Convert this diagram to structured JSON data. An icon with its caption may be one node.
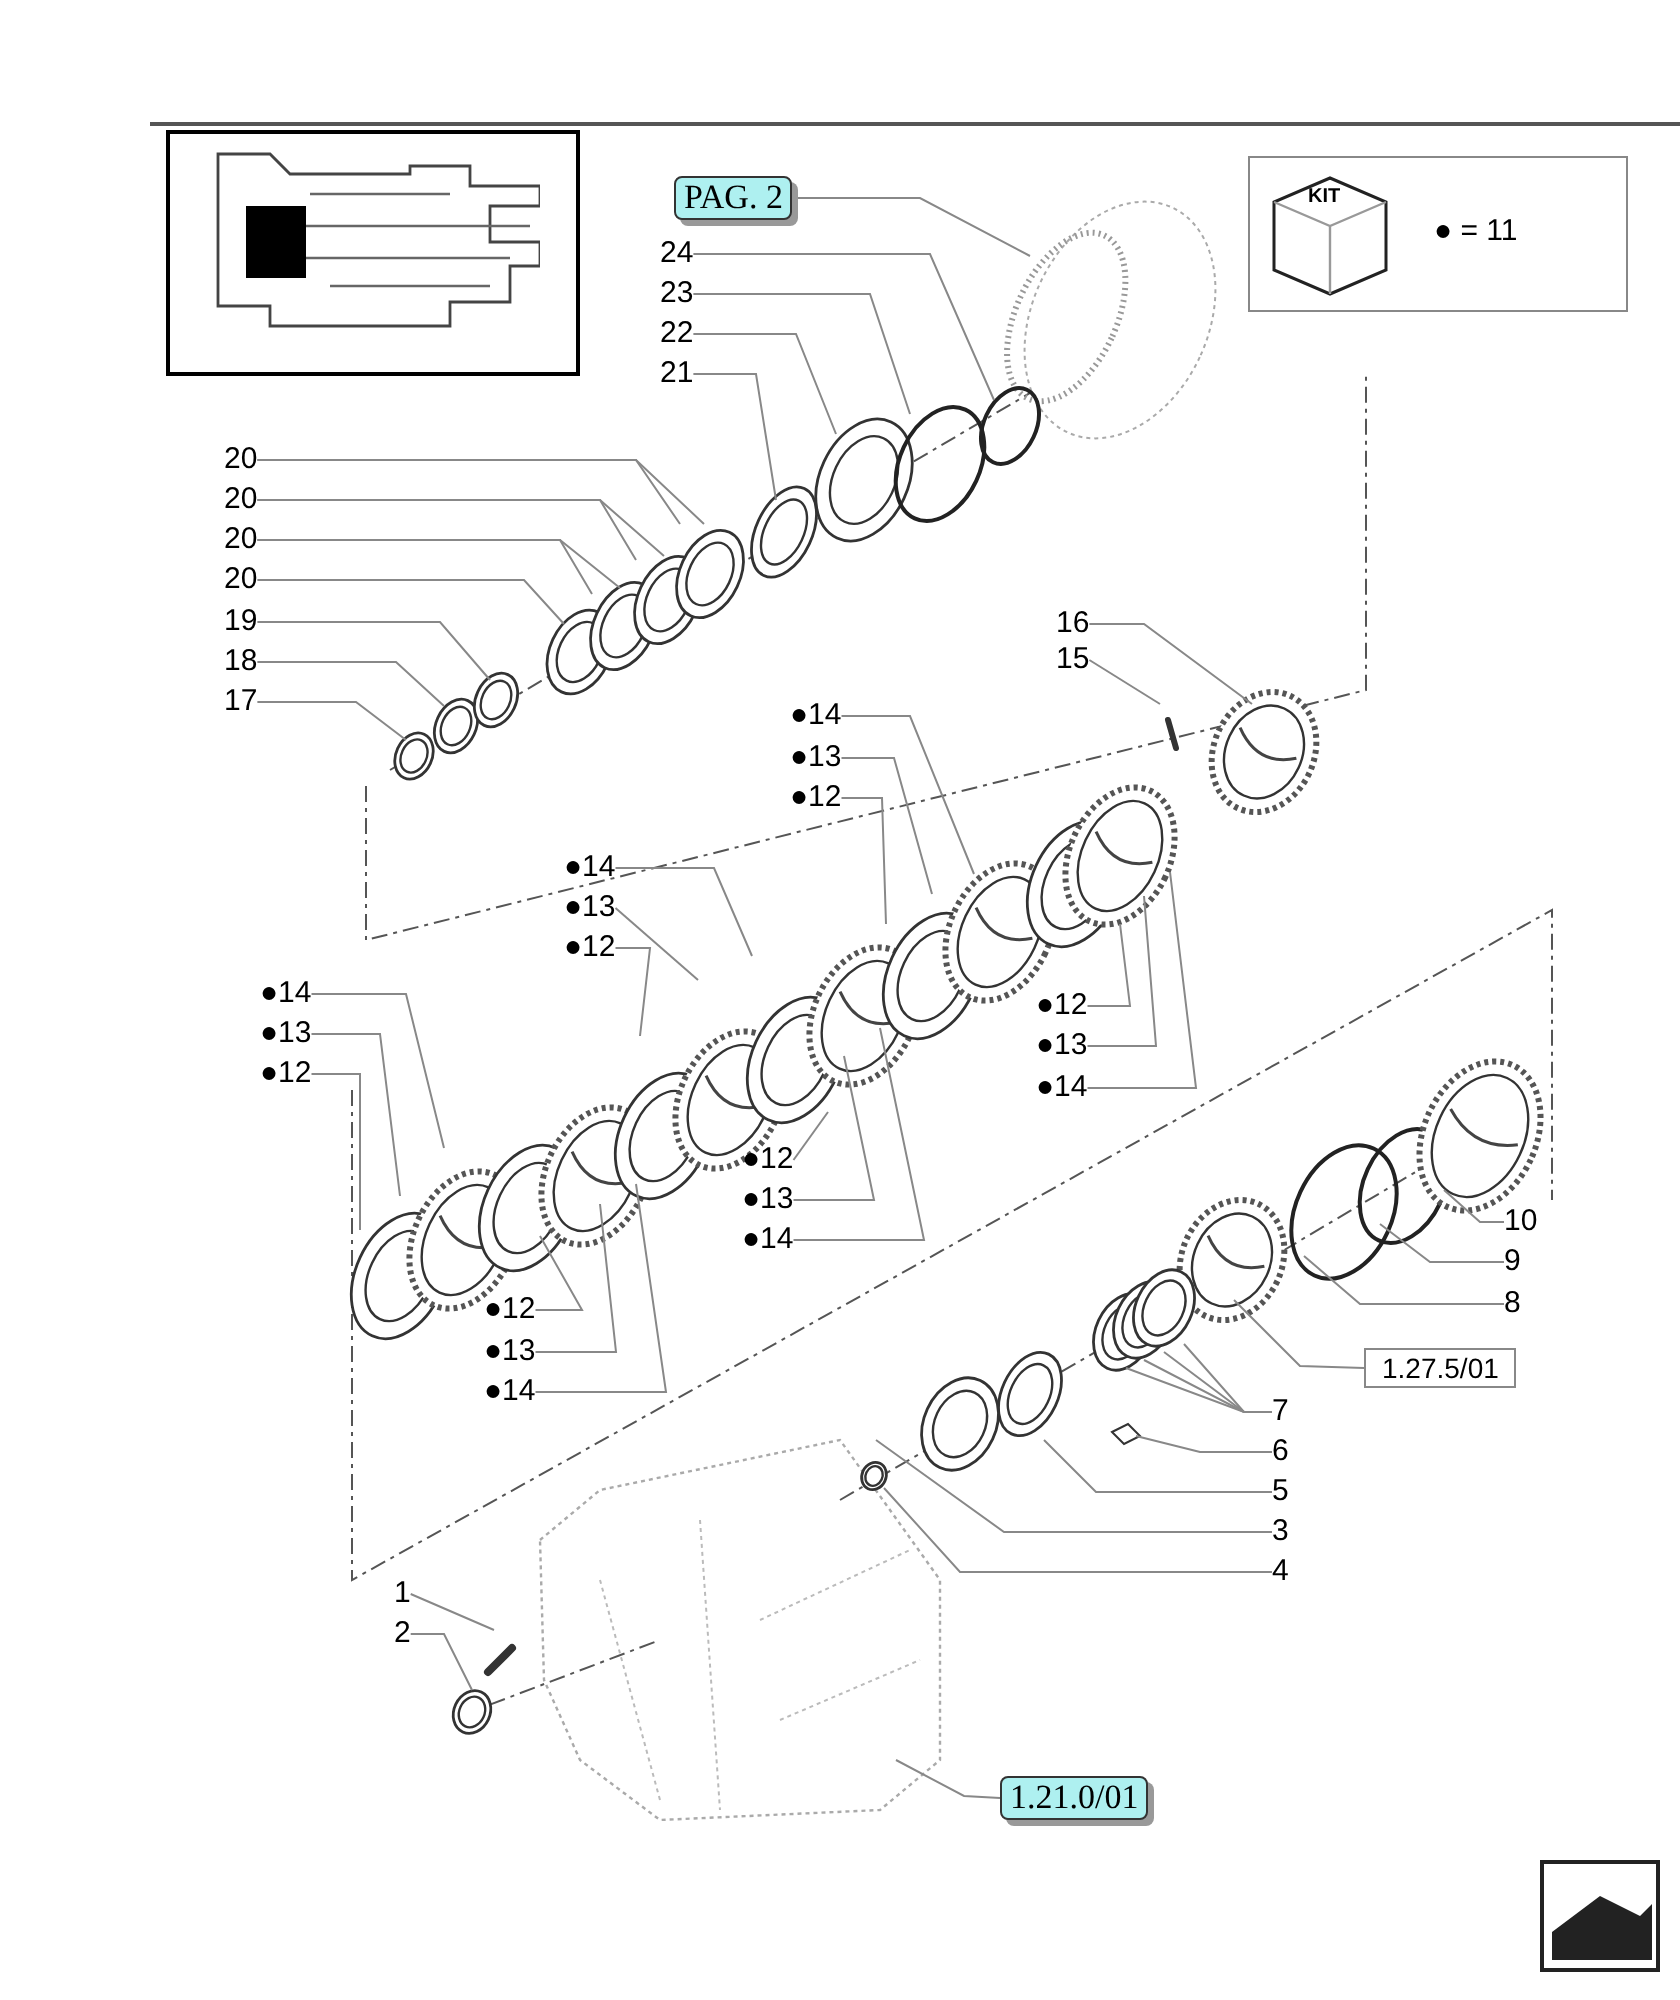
{
  "diagram": {
    "nodes": [
      {
        "text": [
          "PAG. 2"
        ]
      },
      {
        "text": [
          "KIT",
          "● = 11"
        ]
      },
      {
        "text": [
          "24"
        ]
      },
      {
        "text": [
          "23"
        ]
      },
      {
        "text": [
          "22"
        ]
      },
      {
        "text": [
          "21"
        ]
      },
      {
        "text": [
          "20"
        ]
      },
      {
        "text": [
          "20"
        ]
      },
      {
        "text": [
          "20"
        ]
      },
      {
        "text": [
          "20"
        ]
      },
      {
        "text": [
          "19"
        ]
      },
      {
        "text": [
          "18"
        ]
      },
      {
        "text": [
          "17"
        ]
      },
      {
        "text": [
          "16"
        ]
      },
      {
        "text": [
          "15"
        ]
      },
      {
        "text": [
          "●14"
        ]
      },
      {
        "text": [
          "●13"
        ]
      },
      {
        "text": [
          "●12"
        ]
      },
      {
        "text": [
          "●14"
        ]
      },
      {
        "text": [
          "●13"
        ]
      },
      {
        "text": [
          "●12"
        ]
      },
      {
        "text": [
          "●14"
        ]
      },
      {
        "text": [
          "●13"
        ]
      },
      {
        "text": [
          "●12"
        ]
      },
      {
        "text": [
          "●12"
        ]
      },
      {
        "text": [
          "●13"
        ]
      },
      {
        "text": [
          "●14"
        ]
      },
      {
        "text": [
          "●12"
        ]
      },
      {
        "text": [
          "●13"
        ]
      },
      {
        "text": [
          "●14"
        ]
      },
      {
        "text": [
          "●12"
        ]
      },
      {
        "text": [
          "●13"
        ]
      },
      {
        "text": [
          "●14"
        ]
      },
      {
        "text": [
          "10"
        ]
      },
      {
        "text": [
          "9"
        ]
      },
      {
        "text": [
          "8"
        ]
      },
      {
        "text": [
          "1.27.5/01"
        ]
      },
      {
        "text": [
          "7"
        ]
      },
      {
        "text": [
          "6"
        ]
      },
      {
        "text": [
          "5"
        ]
      },
      {
        "text": [
          "3"
        ]
      },
      {
        "text": [
          "4"
        ]
      },
      {
        "text": [
          "1"
        ]
      },
      {
        "text": [
          "2"
        ]
      },
      {
        "text": [
          "1.21.0/01"
        ]
      }
    ],
    "edges": [
      {
        "from": 0,
        "to": null,
        "arrow": "none"
      },
      {
        "from": 2,
        "to": null,
        "arrow": "none"
      },
      {
        "from": 3,
        "to": null,
        "arrow": "none"
      },
      {
        "from": 4,
        "to": null,
        "arrow": "none"
      },
      {
        "from": 5,
        "to": null,
        "arrow": "none"
      },
      {
        "from": 6,
        "to": null,
        "arrow": "none"
      },
      {
        "from": 6,
        "to": null,
        "arrow": "none"
      },
      {
        "from": 7,
        "to": null,
        "arrow": "none"
      },
      {
        "from": 7,
        "to": null,
        "arrow": "none"
      },
      {
        "from": 8,
        "to": null,
        "arrow": "none"
      },
      {
        "from": 8,
        "to": null,
        "arrow": "none"
      },
      {
        "from": 9,
        "to": null,
        "arrow": "none"
      },
      {
        "from": 10,
        "to": null,
        "arrow": "none"
      },
      {
        "from": 11,
        "to": null,
        "arrow": "none"
      },
      {
        "from": 12,
        "to": null,
        "arrow": "none"
      },
      {
        "from": 13,
        "to": null,
        "arrow": "none"
      },
      {
        "from": 14,
        "to": null,
        "arrow": "none"
      },
      {
        "from": 15,
        "to": null,
        "arrow": "none"
      },
      {
        "from": 16,
        "to": null,
        "arrow": "none"
      },
      {
        "from": 17,
        "to": null,
        "arrow": "none"
      },
      {
        "from": 18,
        "to": null,
        "arrow": "none"
      },
      {
        "from": 19,
        "to": null,
        "arrow": "none"
      },
      {
        "from": 20,
        "to": null,
        "arrow": "none"
      },
      {
        "from": 21,
        "to": null,
        "arrow": "none"
      },
      {
        "from": 22,
        "to": null,
        "arrow": "none"
      },
      {
        "from": 23,
        "to": null,
        "arrow": "none"
      },
      {
        "from": 24,
        "to": null,
        "arrow": "none"
      },
      {
        "from": 25,
        "to": null,
        "arrow": "none"
      },
      {
        "from": 26,
        "to": null,
        "arrow": "none"
      },
      {
        "from": 27,
        "to": null,
        "arrow": "none"
      },
      {
        "from": 28,
        "to": null,
        "arrow": "none"
      },
      {
        "from": 29,
        "to": null,
        "arrow": "none"
      },
      {
        "from": 30,
        "to": null,
        "arrow": "none"
      },
      {
        "from": 31,
        "to": null,
        "arrow": "none"
      },
      {
        "from": 32,
        "to": null,
        "arrow": "none"
      },
      {
        "from": 33,
        "to": null,
        "arrow": "none"
      },
      {
        "from": 34,
        "to": null,
        "arrow": "none"
      },
      {
        "from": 35,
        "to": null,
        "arrow": "none"
      },
      {
        "from": 36,
        "to": null,
        "arrow": "none"
      },
      {
        "from": 37,
        "to": null,
        "arrow": "none"
      },
      {
        "from": 37,
        "to": null,
        "arrow": "none"
      },
      {
        "from": 37,
        "to": null,
        "arrow": "none"
      },
      {
        "from": 37,
        "to": null,
        "arrow": "none"
      },
      {
        "from": 38,
        "to": null,
        "arrow": "none"
      },
      {
        "from": 39,
        "to": null,
        "arrow": "none"
      },
      {
        "from": 40,
        "to": null,
        "arrow": "none"
      },
      {
        "from": 41,
        "to": null,
        "arrow": "none"
      },
      {
        "from": 42,
        "to": null,
        "arrow": "none"
      },
      {
        "from": 43,
        "to": null,
        "arrow": "none"
      },
      {
        "from": 44,
        "to": null,
        "arrow": "none"
      }
    ]
  }
}
